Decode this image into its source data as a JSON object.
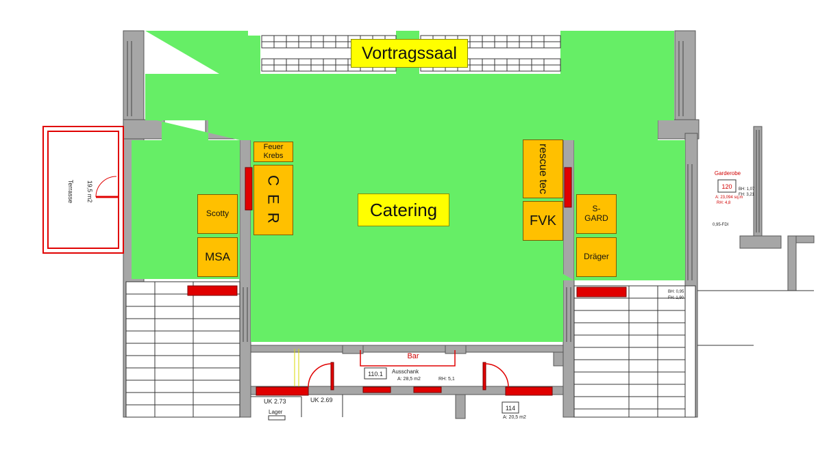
{
  "rooms": {
    "lecture_hall": "Vortragssaal",
    "catering": "Catering"
  },
  "booths": {
    "feuer_krebs": "Feuer Krebs",
    "cer": "C E R",
    "scotty": "Scotty",
    "msa": "MSA",
    "rescue_tec": "rescue tec",
    "fvk": "FVK",
    "s_gard": "S-GARD",
    "draeger": "Dräger"
  },
  "plan_labels": {
    "terrace": "Terrasse",
    "terrace_area": "19,5 m2",
    "bar": "Bar",
    "room_110_1": "110.1",
    "ausschank": "Ausschank",
    "ausschank_area": "A: 28,5 m2",
    "ausschank_rh": "RH: 5,1",
    "uk_273": "UK 2.73",
    "uk_269": "UK 2.69",
    "lager": "Lager",
    "room_114": "114",
    "room_114_area": "A: 20,5 m2",
    "garderobe": "Garderobe",
    "room_120": "120",
    "garderobe_area": "A: 23,094 sq.m",
    "garderobe_rh": "RH: 4,8",
    "bh_fh_top": "BH: 1,07",
    "bh_fh_top2": "FH: 3,21",
    "bh_fh_low": "BH: 0,95",
    "bh_fh_low2": "FH: 1,90",
    "fd_small": "0,95-FDI"
  },
  "colors": {
    "floor": "#66EE66",
    "booth": "#FFC000",
    "room_label": "#FFFF00",
    "door_red": "#E00000",
    "wall": "#9a9a9a"
  }
}
